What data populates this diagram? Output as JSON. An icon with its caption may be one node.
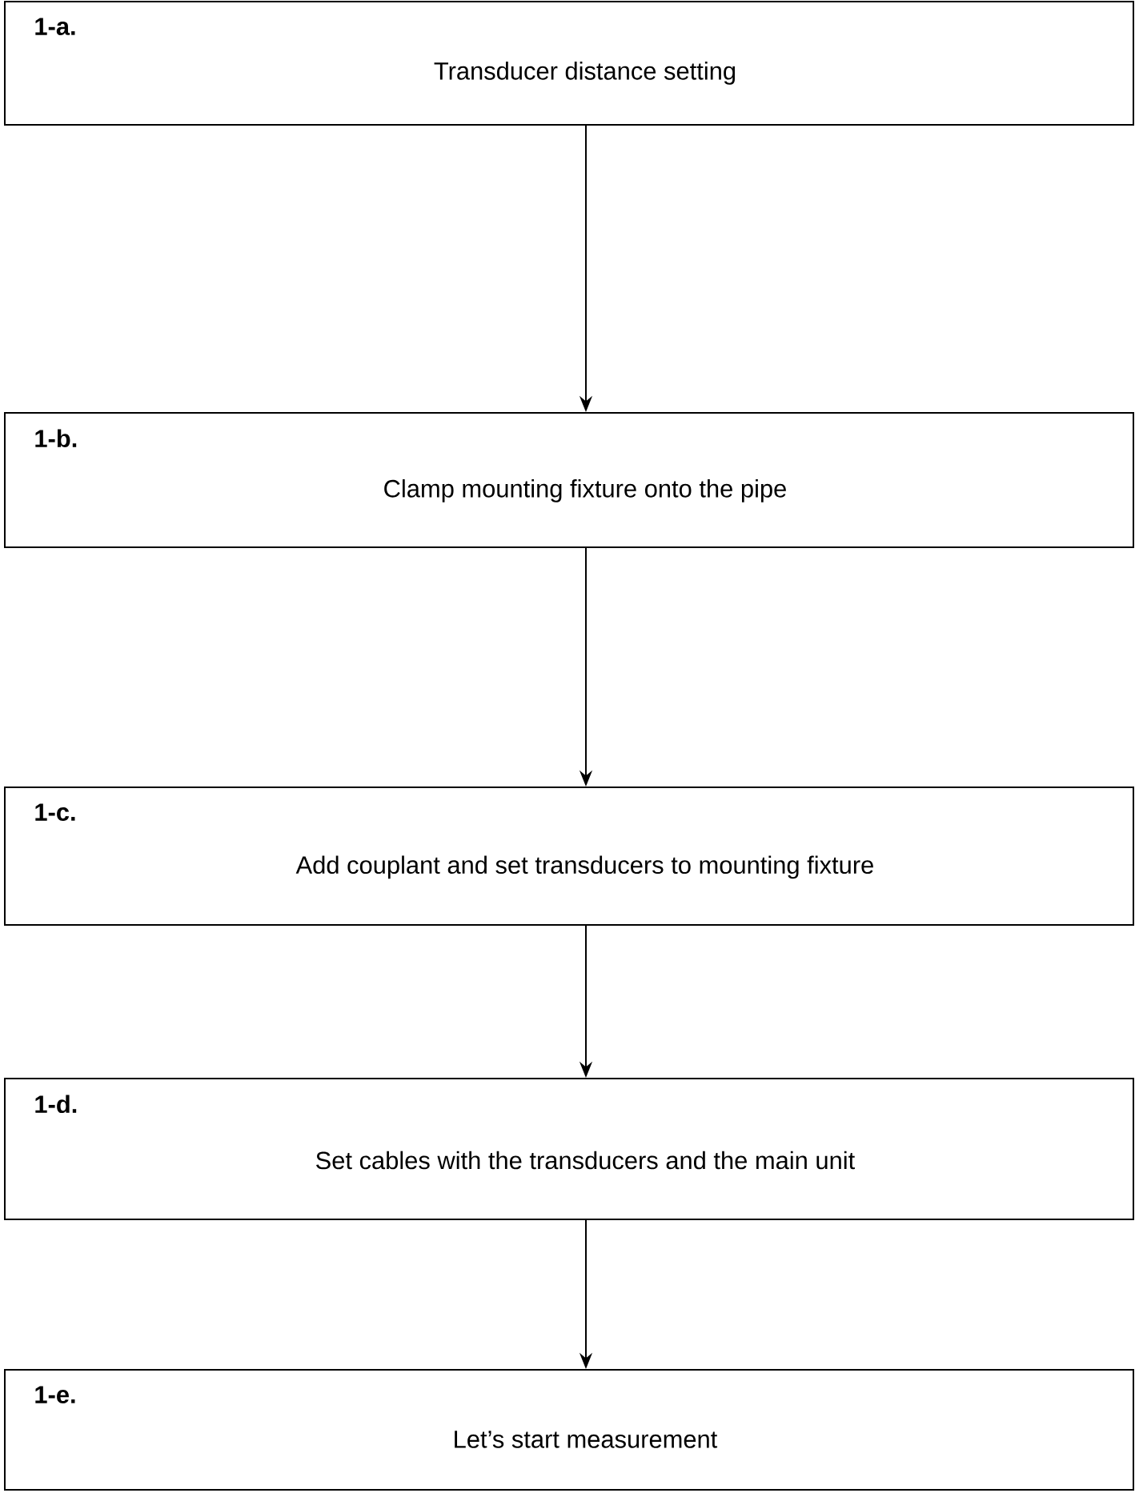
{
  "diagram": {
    "nodes": [
      {
        "text": [
          "1-a.",
          "Transducer distance setting"
        ]
      },
      {
        "text": [
          "1-b.",
          "Clamp mounting fixture onto the pipe"
        ]
      },
      {
        "text": [
          "1-c.",
          "Add couplant and set transducers to mounting fixture"
        ]
      },
      {
        "text": [
          "1-d.",
          "Set cables with the transducers and the main unit"
        ]
      },
      {
        "text": [
          "1-e.",
          "Let’s start measurement"
        ]
      }
    ],
    "edges": [
      {
        "from": 0,
        "to": 1,
        "arrow": "to"
      },
      {
        "from": 1,
        "to": 2,
        "arrow": "to"
      },
      {
        "from": 2,
        "to": 3,
        "arrow": "to"
      },
      {
        "from": 3,
        "to": 4,
        "arrow": "to"
      }
    ]
  }
}
